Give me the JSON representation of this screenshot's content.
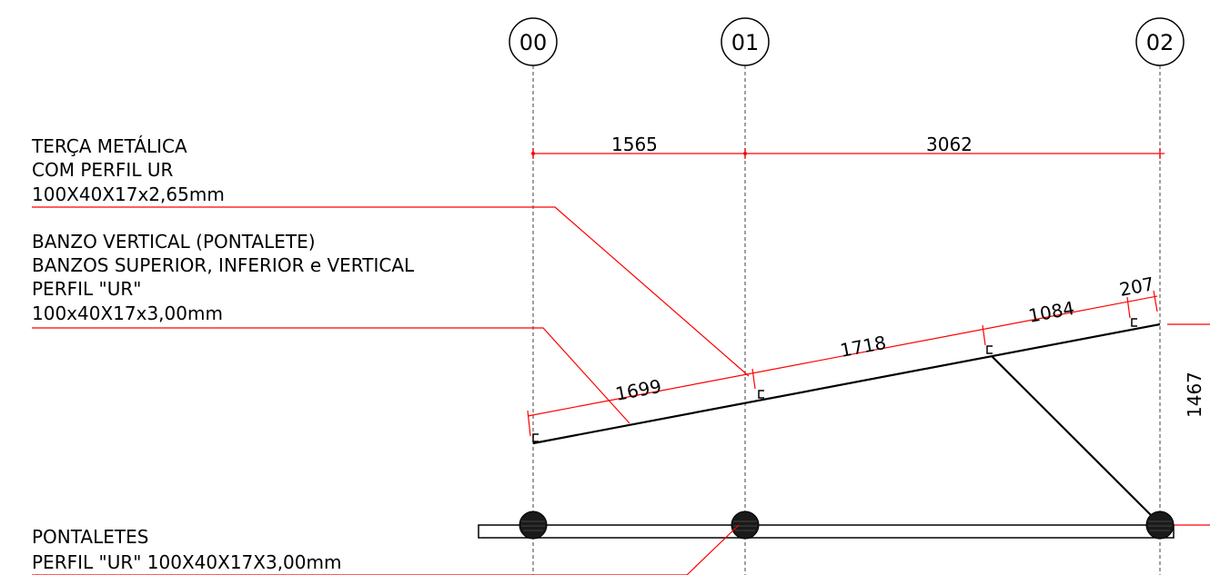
{
  "axes": [
    {
      "label": "00"
    },
    {
      "label": "01"
    },
    {
      "label": "02"
    }
  ],
  "dimensions": {
    "horizontal": [
      "1565",
      "3062"
    ],
    "slope": [
      "1699",
      "1718",
      "1084",
      "207"
    ],
    "vertical": "1467"
  },
  "labels": {
    "terca": [
      "TERÇA METÁLICA",
      "COM PERFIL UR",
      "100X40X17x2,65mm"
    ],
    "banzo": [
      "BANZO VERTICAL (PONTALETE)",
      "BANZOS SUPERIOR, INFERIOR e VERTICAL",
      "PERFIL \"UR\"",
      "100x40X17x3,00mm"
    ],
    "pontaletes": [
      "PONTALETES",
      "PERFIL \"UR\" 100X40X17X3,00mm"
    ]
  },
  "colors": {
    "line": "#000000",
    "annotation": "#ff0000",
    "gridline": "#808080"
  }
}
